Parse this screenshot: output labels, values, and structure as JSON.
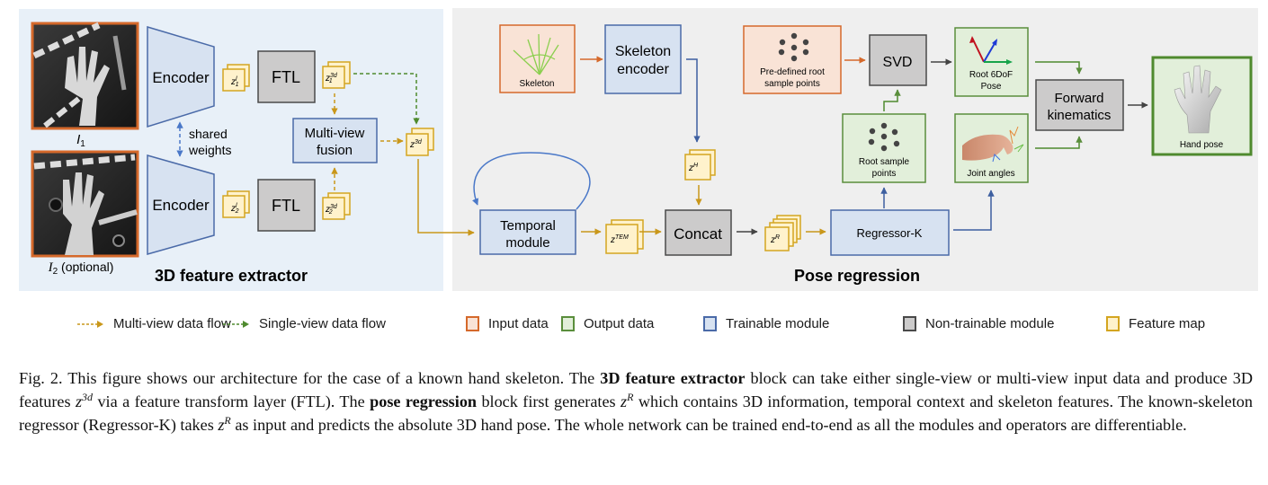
{
  "colors": {
    "input_fill": "#f9e3d6",
    "input_stroke": "#d5692b",
    "output_fill": "#e2efda",
    "output_stroke": "#5a8e3c",
    "trainable_fill": "#d7e2f1",
    "trainable_stroke": "#4a6aa8",
    "nontrainable_fill": "#cccbcb",
    "nontrainable_stroke": "#4a4a4a",
    "feature_fill": "#fff2cc",
    "feature_stroke": "#d4a520",
    "multiview_arrow": "#c9971a",
    "singleview_arrow": "#4f8a2e",
    "panel_left": "#e8f0f8",
    "panel_right": "#efefef"
  },
  "panels": {
    "extractor_title": "3D feature extractor",
    "regression_title": "Pose regression"
  },
  "extractor": {
    "image1_label": "I",
    "image1_sub": "1",
    "image2_label": "I",
    "image2_sub": "2",
    "image2_suffix": " (optional)",
    "encoder_label": "Encoder",
    "ftl_label": "FTL",
    "shared_weights": [
      "shared",
      "weights"
    ],
    "fusion_label": [
      "Multi-view",
      "fusion"
    ],
    "z1_l": "z",
    "z1_l_sup": "l",
    "z1_l_sub": "1",
    "z2_l": "z",
    "z2_l_sup": "l",
    "z2_l_sub": "2",
    "z1_3d": "z",
    "z1_3d_sup": "3d",
    "z1_3d_sub": "1",
    "z2_3d": "z",
    "z2_3d_sup": "3d",
    "z2_3d_sub": "2",
    "z3d": "z",
    "z3d_sup": "3d"
  },
  "regression": {
    "skeleton_label": "Skeleton",
    "skeleton_encoder": [
      "Skeleton",
      "encoder"
    ],
    "predefined_points": [
      "Pre-defined root",
      "sample points"
    ],
    "svd_label": "SVD",
    "root_pose": [
      "Root 6DoF",
      "Pose"
    ],
    "root_sample_points": [
      "Root sample",
      "points"
    ],
    "joint_angles": "Joint angles",
    "forward_kinematics": [
      "Forward",
      "kinematics"
    ],
    "hand_pose": "Hand pose",
    "temporal_module": [
      "Temporal",
      "module"
    ],
    "concat_label": "Concat",
    "regressor_label": "Regressor-K",
    "zH": "z",
    "zH_sup": "H",
    "zTEM": "z",
    "zTEM_sup": "TEM",
    "zR": "z",
    "zR_sup": "R"
  },
  "legend": [
    {
      "kind": "arrow",
      "style": "multiview",
      "label": "Multi-view data flow"
    },
    {
      "kind": "arrow",
      "style": "singleview",
      "label": "Single-view data flow"
    },
    {
      "kind": "swatch",
      "style": "input",
      "label": "Input data"
    },
    {
      "kind": "swatch",
      "style": "output",
      "label": "Output data"
    },
    {
      "kind": "swatch",
      "style": "trainable",
      "label": "Trainable module"
    },
    {
      "kind": "swatch",
      "style": "nontrainable",
      "label": "Non-trainable module"
    },
    {
      "kind": "swatch",
      "style": "feature",
      "label": "Feature map"
    }
  ],
  "caption": {
    "fig": "Fig. 2.",
    "t1": " This figure shows our architecture for the case of a known hand skeleton. The ",
    "b1": "3D feature extractor",
    "t2": " block can take either single-view or multi-view input data and produce 3D features ",
    "m1": "z",
    "m1_sup": "3d",
    "t3": " via a feature transform layer (FTL). The ",
    "b2": "pose regression",
    "t4": " block first generates ",
    "m2": "z",
    "m2_sup": "R",
    "t5": " which contains 3D information, temporal context and skeleton features. The known-skeleton regressor (Regressor-K) takes ",
    "m3": "z",
    "m3_sup": "R",
    "t6": " as input and predicts the absolute 3D hand pose. The whole network can be trained end-to-end as all the modules and operators are differentiable."
  }
}
